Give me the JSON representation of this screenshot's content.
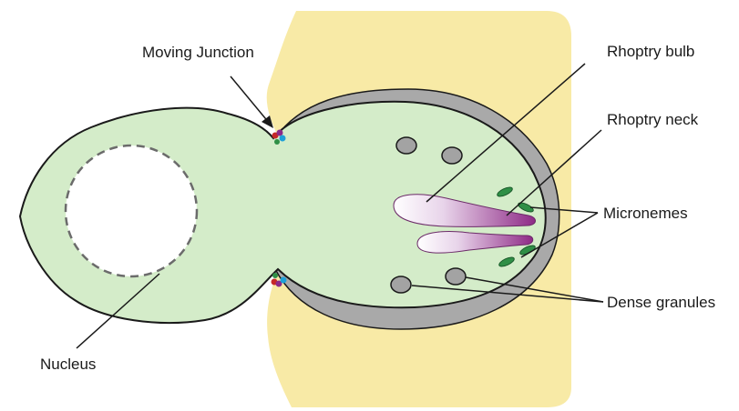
{
  "labels": {
    "moving_junction": "Moving Junction",
    "rhoptry_bulb": "Rhoptry bulb",
    "rhoptry_neck": "Rhoptry neck",
    "micronemes": "Micronemes",
    "dense_granules": "Dense granules",
    "nucleus": "Nucleus"
  },
  "colors": {
    "host_cell": "#f8eaa6",
    "parasite_body": "#d4ecc9",
    "vacuole_membrane": "#a9a9a9",
    "dense_granule": "#a3a3a3",
    "rhoptry_light": "#ffffff",
    "rhoptry_dark": "#8e2a86",
    "microneme": "#2f8f46",
    "junction_red": "#c62828",
    "junction_blue": "#1ea0d8",
    "junction_purple": "#8a2a8a",
    "outline": "#1a1a1a",
    "nucleus_fill": "#ffffff",
    "nucleus_outline": "#6b6b6b"
  }
}
